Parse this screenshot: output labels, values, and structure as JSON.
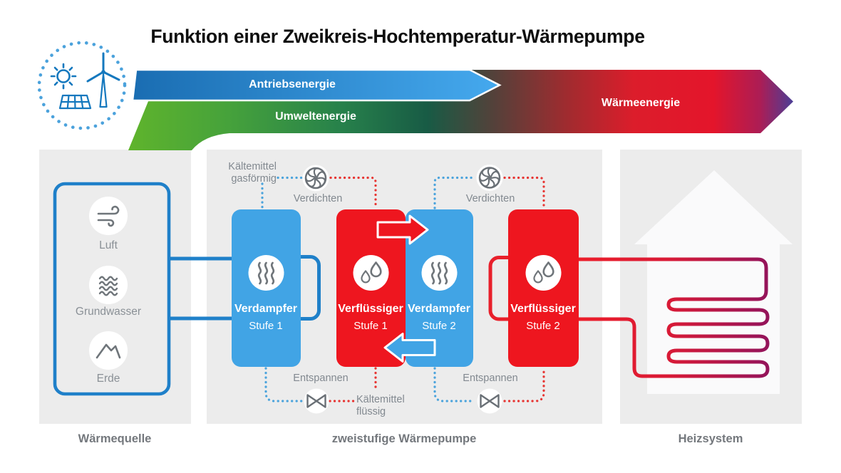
{
  "title": "Funktion einer Zweikreis-Hochtemperatur-Wärmepumpe",
  "energy_bands": {
    "drive_label": "Antriebsenergie",
    "environment_label": "Umweltenergie",
    "heat_label": "Wärmeenergie"
  },
  "heat_source": {
    "caption": "Wärmequelle",
    "sources": [
      {
        "label": "Luft",
        "icon": "wind-icon"
      },
      {
        "label": "Grundwasser",
        "icon": "water-waves-icon"
      },
      {
        "label": "Erde",
        "icon": "mountains-icon"
      }
    ]
  },
  "heat_pump": {
    "caption": "zweistufige Wärmepumpe",
    "refrigerant_gas_line1": "Kältemittel",
    "refrigerant_gas_line2": "gasförmig",
    "refrigerant_liquid_line1": "Kältemittel",
    "refrigerant_liquid_line2": "flüssig",
    "compress_label": "Verdichten",
    "expand_label": "Entspannen",
    "blocks": [
      {
        "name": "Verdampfer",
        "stage": "Stufe 1",
        "type": "evaporator",
        "icon": "steam-icon"
      },
      {
        "name": "Verflüssiger",
        "stage": "Stufe 1",
        "type": "condenser",
        "icon": "droplets-icon"
      },
      {
        "name": "Verdampfer",
        "stage": "Stufe 2",
        "type": "evaporator",
        "icon": "steam-icon"
      },
      {
        "name": "Verflüssiger",
        "stage": "Stufe 2",
        "type": "condenser",
        "icon": "droplets-icon"
      }
    ]
  },
  "heating_system": {
    "caption": "Heizsystem"
  },
  "colors": {
    "evaporator_blue": "#41A4E5",
    "condenser_red": "#EE161F",
    "pipe_blue": "#1F80C9",
    "pipe_red": "#EC1D29",
    "pipe_purple": "#8E135E",
    "band_green": "#5FB42C",
    "band_dark_green": "#185B45",
    "band_red": "#E4152B",
    "band_indigo_tip": "#4B3E96",
    "band_blue_start": "#1A6DB2",
    "band_blue_end": "#45A9EE",
    "panel_gray": "#ECECEC",
    "icon_gray": "#6F757A",
    "label_gray": "#828990",
    "emblem_blue": "#1478BE"
  }
}
